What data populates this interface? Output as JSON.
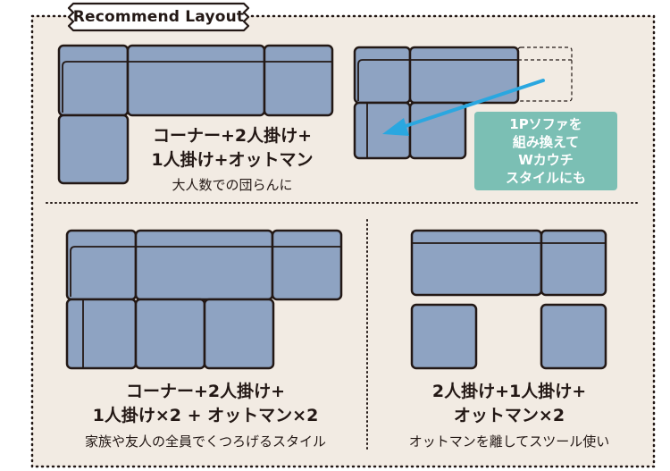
{
  "title": "Recommend Layout",
  "colors": {
    "background": "#f2ebe3",
    "cushion": "#8ea3c2",
    "outline": "#231815",
    "arrow": "#2aa7e0",
    "callout": "#7bbfb4"
  },
  "layouts": [
    {
      "id": "layout-1",
      "caption_line1": "コーナー+2人掛け+",
      "caption_line2": "1人掛け+オットマン",
      "description": "大人数での団らんに"
    },
    {
      "id": "layout-2",
      "callout_lines": [
        "1Pソファを",
        "組み換えて",
        "Wカウチ",
        "スタイルにも"
      ]
    },
    {
      "id": "layout-3",
      "caption_line1": "コーナー+2人掛け+",
      "caption_line2": "1人掛け×2 + オットマン×2",
      "description": "家族や友人の全員でくつろげるスタイル"
    },
    {
      "id": "layout-4",
      "caption_line1": "2人掛け+1人掛け+",
      "caption_line2": "オットマン×2",
      "description": "オットマンを離してスツール使い"
    }
  ]
}
